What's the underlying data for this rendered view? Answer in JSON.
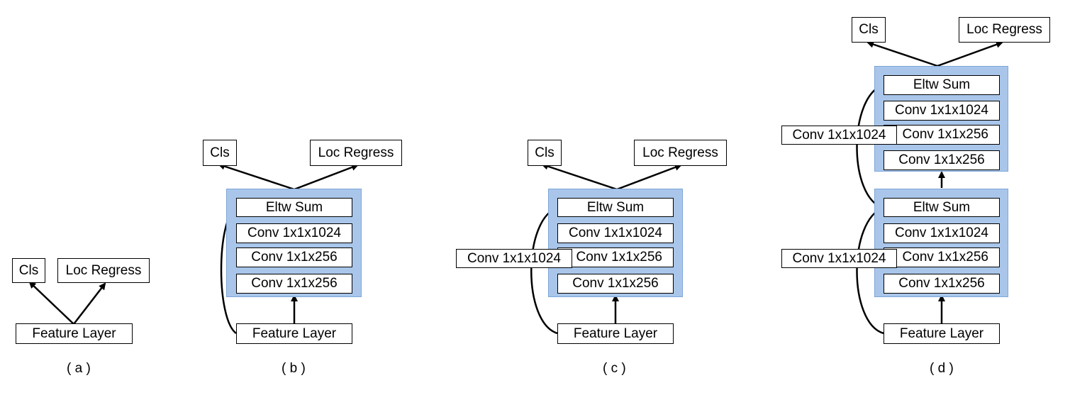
{
  "diagrams": {
    "a": {
      "cls": "Cls",
      "loc": "Loc Regress",
      "feature": "Feature Layer",
      "caption": "( a )"
    },
    "b": {
      "cls": "Cls",
      "loc": "Loc Regress",
      "eltw": "Eltw Sum",
      "conv1024": "Conv 1x1x1024",
      "conv256a": "Conv 1x1x256",
      "conv256b": "Conv 1x1x256",
      "feature": "Feature Layer",
      "caption": "( b )"
    },
    "c": {
      "cls": "Cls",
      "loc": "Loc Regress",
      "eltw": "Eltw Sum",
      "conv1024": "Conv 1x1x1024",
      "conv256a": "Conv 1x1x256",
      "conv256b": "Conv 1x1x256",
      "shortcut": "Conv 1x1x1024",
      "feature": "Feature Layer",
      "caption": "( c )"
    },
    "d": {
      "cls": "Cls",
      "loc": "Loc Regress",
      "top": {
        "eltw": "Eltw Sum",
        "conv1024": "Conv 1x1x1024",
        "conv256a": "Conv 1x1x256",
        "conv256b": "Conv 1x1x256",
        "shortcut": "Conv 1x1x1024"
      },
      "bottom": {
        "eltw": "Eltw Sum",
        "conv1024": "Conv 1x1x1024",
        "conv256a": "Conv 1x1x256",
        "conv256b": "Conv 1x1x256",
        "shortcut": "Conv 1x1x1024"
      },
      "feature": "Feature Layer",
      "caption": "( d )"
    }
  }
}
